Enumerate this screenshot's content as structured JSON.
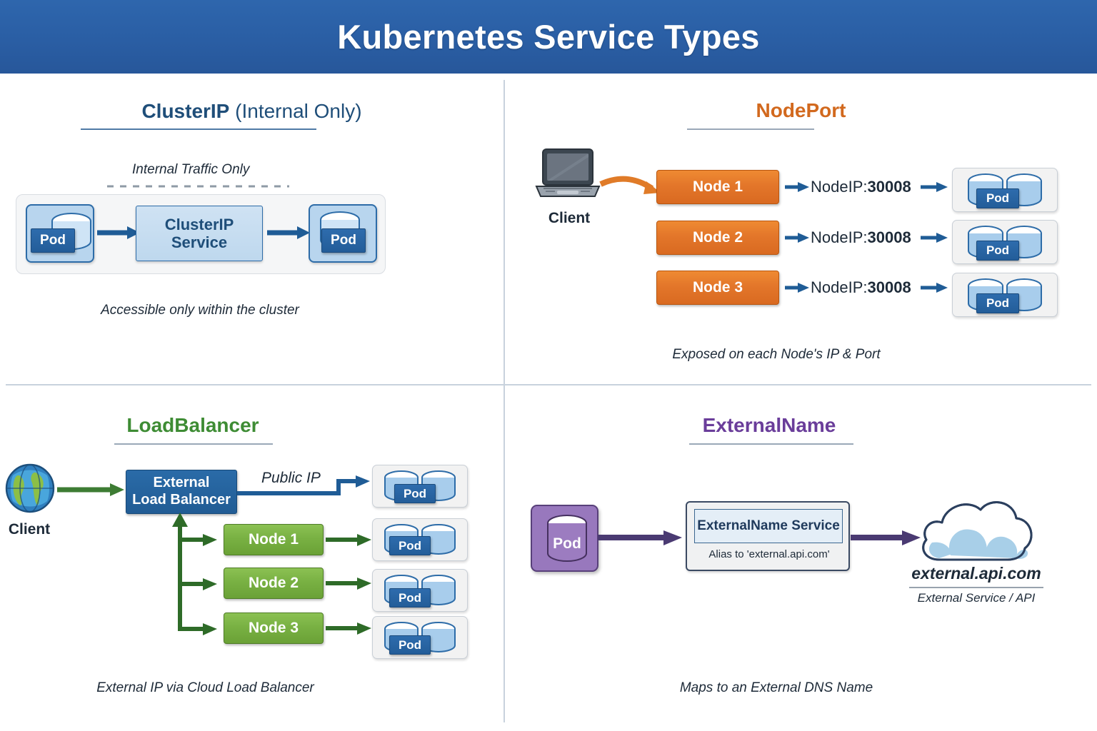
{
  "header": {
    "title": "Kubernetes Service Types",
    "bg_color": "#2a5ea4"
  },
  "quadrants": {
    "clusterip": {
      "title_main": "ClusterIP",
      "title_sub": " (Internal Only)",
      "title_color": "#1f4e79",
      "annotation": "Internal Traffic Only",
      "caption": "Accessible only within the cluster",
      "left_pod_label": "Pod",
      "service_label_line1": "ClusterIP",
      "service_label_line2": "Service",
      "right_pod_label": "Pod"
    },
    "nodeport": {
      "title_main": "NodePort",
      "title_color": "#d2691e",
      "client_label": "Client",
      "client_icon": "laptop-icon",
      "caption": "Exposed on each Node's IP & Port",
      "rows": [
        {
          "node": "Node 1",
          "connector_prefix": "NodeIP:",
          "connector_port": "30008",
          "pod": "Pod"
        },
        {
          "node": "Node 2",
          "connector_prefix": "NodeIP:",
          "connector_port": "30008",
          "pod": "Pod"
        },
        {
          "node": "Node 3",
          "connector_prefix": "NodeIP:",
          "connector_port": "30008",
          "pod": "Pod"
        }
      ]
    },
    "loadbalancer": {
      "title_main": "LoadBalancer",
      "title_color": "#3e8c34",
      "client_label": "Client",
      "client_icon": "globe-icon",
      "lb_label_line1": "External",
      "lb_label_line2": "Load Balancer",
      "public_ip_label": "Public IP",
      "top_pod": "Pod",
      "caption": "External IP via Cloud Load Balancer",
      "rows": [
        {
          "node": "Node 1",
          "pod": "Pod"
        },
        {
          "node": "Node 2",
          "pod": "Pod"
        },
        {
          "node": "Node 3",
          "pod": "Pod"
        }
      ]
    },
    "externalname": {
      "title_main": "ExternalName",
      "title_color": "#6a3d9a",
      "pod_label": "Pod",
      "service_title": "ExternalName Service",
      "service_alias": "Alias to 'external.api.com'",
      "cloud_icon": "cloud-icon",
      "domain": "external.api.com",
      "domain_sub": "External Service / API",
      "caption": "Maps to an External DNS Name"
    }
  }
}
